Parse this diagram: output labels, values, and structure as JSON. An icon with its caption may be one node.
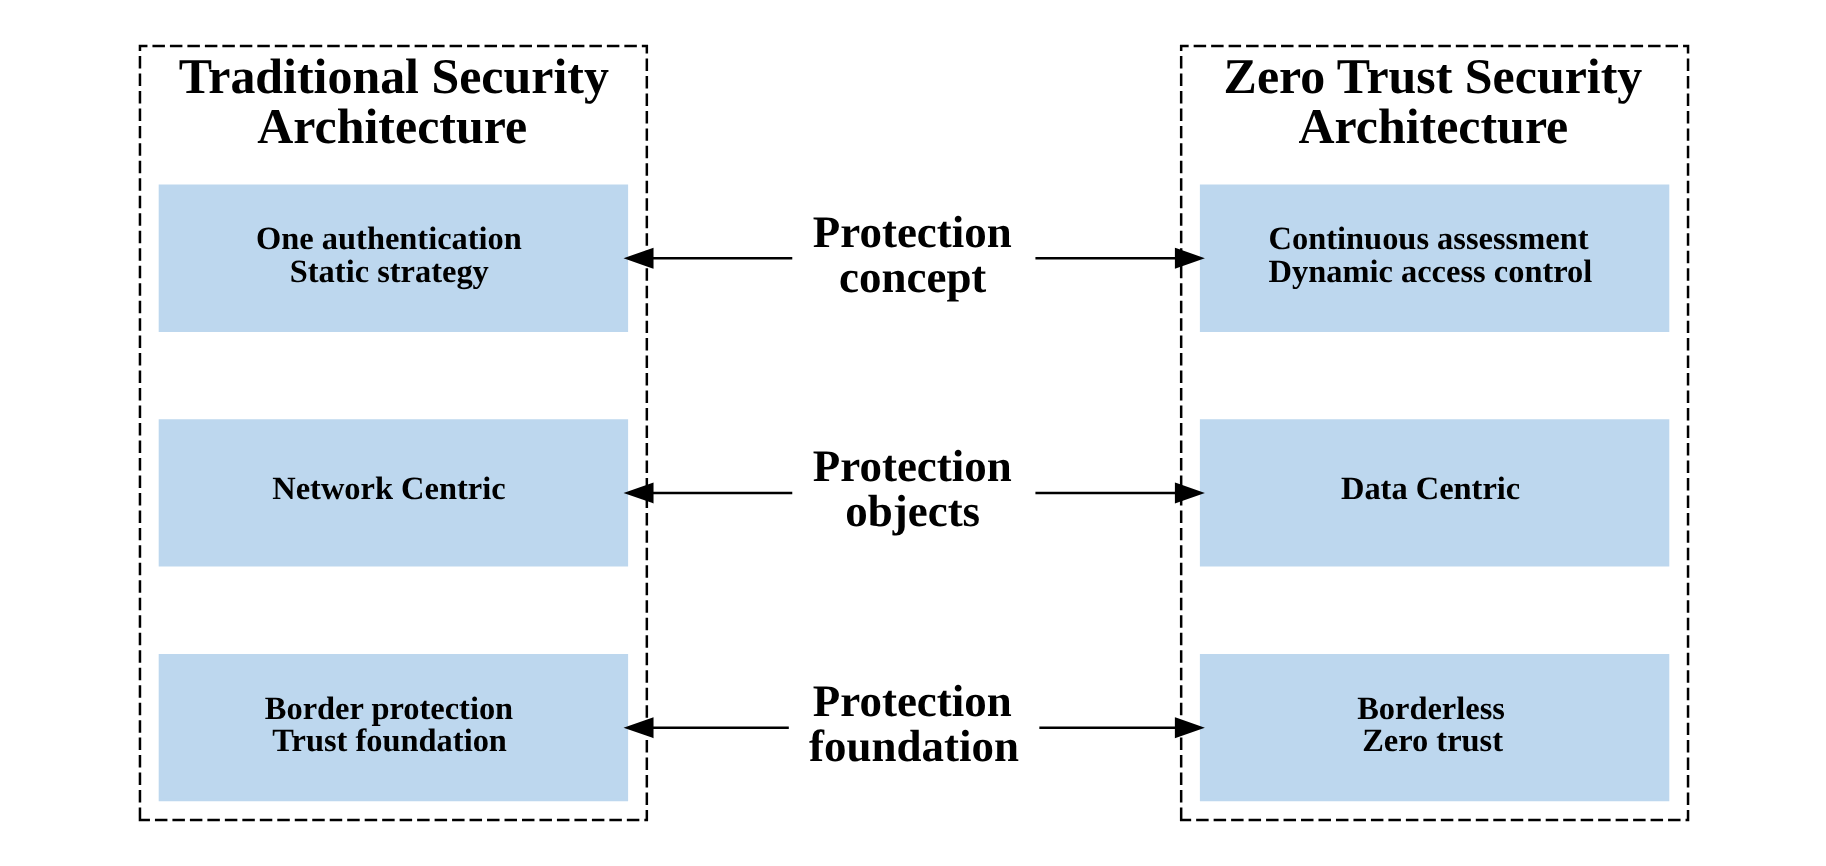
{
  "diagram": {
    "nodes": [
      {
        "text": [
          "Traditional Security Architecture"
        ]
      },
      {
        "text": [
          "One authentication",
          "Static strategy"
        ],
        "in": 0
      },
      {
        "text": [
          "Network Centric"
        ],
        "in": 0
      },
      {
        "text": [
          "Border protection",
          "Trust foundation"
        ],
        "in": 0
      },
      {
        "text": [
          "Protection concept"
        ]
      },
      {
        "text": [
          "Protection objects"
        ]
      },
      {
        "text": [
          "Protection foundation"
        ]
      },
      {
        "text": [
          "Zero Trust Security Architecture"
        ]
      },
      {
        "text": [
          "Continuous assessment",
          "Dynamic access control"
        ],
        "in": 7
      },
      {
        "text": [
          "Data Centric"
        ],
        "in": 7
      },
      {
        "text": [
          "Borderless",
          "Zero trust"
        ],
        "in": 7
      }
    ],
    "edges": [
      {
        "from": 4,
        "to": 1,
        "arrow": "to"
      },
      {
        "from": 4,
        "to": 8,
        "arrow": "to"
      },
      {
        "from": 5,
        "to": 2,
        "arrow": "to"
      },
      {
        "from": 5,
        "to": 9,
        "arrow": "to"
      },
      {
        "from": 6,
        "to": 3,
        "arrow": "to"
      },
      {
        "from": 6,
        "to": 10,
        "arrow": "to"
      }
    ]
  }
}
